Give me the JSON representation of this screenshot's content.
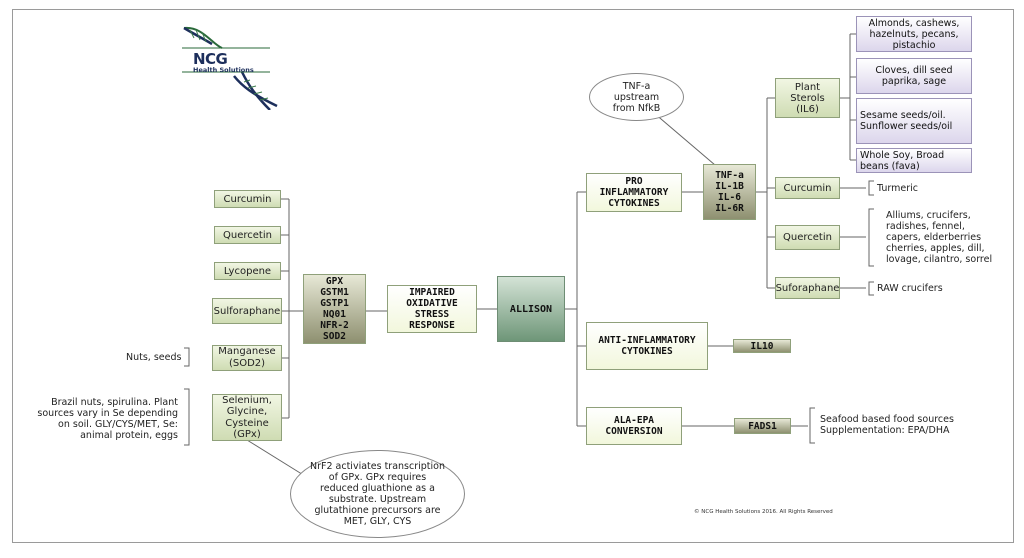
{
  "logo": {
    "name": "NCG",
    "sub": "Health Solutions"
  },
  "copyright": "© NCG Health Solutions 2016. All Rights Reserved",
  "center": "ALLISON",
  "impaired": [
    "IMPAIRED",
    "OXIDATIVE",
    "STRESS",
    "RESPONSE"
  ],
  "genes": [
    "GPX",
    "GSTM1",
    "GSTP1",
    "NQ01",
    "NFR-2",
    "SOD2"
  ],
  "left_nutrients": {
    "curcumin": "Curcumin",
    "quercetin": "Quercetin",
    "lycopene": "Lycopene",
    "sulforaphane": "Sulforaphane",
    "manganese": [
      "Manganese",
      "(SOD2)"
    ],
    "selenium": [
      "Selenium,",
      "Glycine,",
      "Cysteine",
      "(GPx)"
    ]
  },
  "left_notes": {
    "nuts_seeds": "Nuts, seeds",
    "brazil": [
      "Brazil nuts, spirulina. Plant",
      "sources vary in Se depending",
      "on soil. GLY/CYS/MET, Se:",
      "animal protein, eggs"
    ]
  },
  "nrf2_note": [
    "NrF2 activiates transcription",
    "of GPx. GPx requires",
    "reduced gluathione as a",
    "substrate. Upstream",
    "glutathione precursors are",
    "MET, GLY, CYS"
  ],
  "pro_inflammatory": [
    "PRO",
    "INFLAMMATORY",
    "CYTOKINES"
  ],
  "cytokines": [
    "TNF-a",
    "IL-1B",
    "IL-6",
    "IL-6R"
  ],
  "tnf_note": [
    "TNF-a",
    "upstream",
    "from NfkB"
  ],
  "anti_inflammatory": [
    "ANTI-INFLAMMATORY",
    "CYTOKINES"
  ],
  "il10": "IL10",
  "ala_epa": "ALA-EPA CONVERSION",
  "fads1": "FADS1",
  "ala_note": [
    "Seafood based food sources",
    "Supplementation: EPA/DHA"
  ],
  "right_nutrients": {
    "plant_sterols": [
      "Plant",
      "Sterols",
      "(IL6)"
    ],
    "curcumin": "Curcumin",
    "quercetin": "Quercetin",
    "suforaphane": "Suforaphane"
  },
  "sterol_foods": [
    [
      "Almonds, cashews,",
      "hazelnuts, pecans,",
      "pistachio"
    ],
    [
      "Cloves, dill seed",
      "paprika, sage"
    ],
    [
      "Sesame seeds/oil.",
      "Sunflower seeds/oil"
    ],
    [
      "Whole Soy, Broad",
      "beans (fava)"
    ]
  ],
  "right_notes": {
    "turmeric": "Turmeric",
    "quercetin_foods": [
      "Alliums, crucifers,",
      "radishes, fennel,",
      "capers, elderberries",
      "cherries, apples, dill,",
      "lovage, cilantro, sorrel"
    ],
    "raw": "RAW crucifers"
  },
  "colors": {
    "green_box": "#cfdcb3",
    "dark_box": "#8e9070",
    "allison": "#6e9678",
    "purple_box": "#dcd6ec",
    "line": "#666666"
  }
}
